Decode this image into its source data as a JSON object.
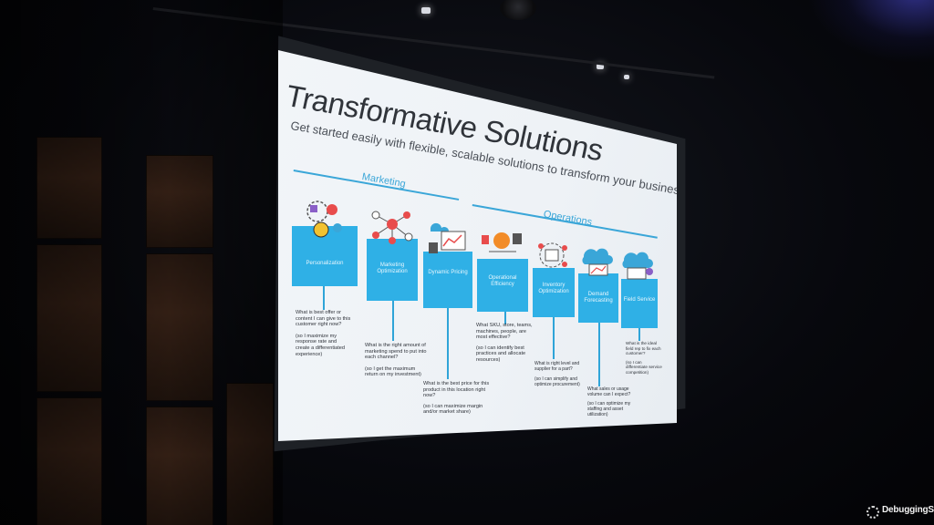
{
  "slide": {
    "title": "Transformative Solutions",
    "subtitle": "Get started easily with flexible, scalable solutions to transform your business function",
    "sections": [
      {
        "label": "Marketing"
      },
      {
        "label": "Operations"
      }
    ],
    "tiles": [
      {
        "label": "Personalization"
      },
      {
        "label": "Marketing Optimization"
      },
      {
        "label": "Dynamic Pricing"
      },
      {
        "label": "Operational Efficiency"
      },
      {
        "label": "Inventory Optimization"
      },
      {
        "label": "Demand Forecasting"
      },
      {
        "label": "Field Service"
      }
    ],
    "questions": [
      {
        "q": "What is best offer or content I can give to this customer right now?",
        "a": "(so I maximize my response rate and create a differentiated experience)"
      },
      {
        "q": "What is the right amount of marketing spend to put into each channel?",
        "a": "(so I get the maximum return on my investment)"
      },
      {
        "q": "What is the best price for this product in this location right now?",
        "a": "(so I can maximize margin and/or market share)"
      },
      {
        "q": "What SKU, store, teams, machines, people, are most effective?",
        "a": "(so I can identify best practices and allocate resources)"
      },
      {
        "q": "What is right level and supplier for a part?",
        "a": "(so I can simplify and optimize procurement)"
      },
      {
        "q": "What sales or usage volume can I expect?",
        "a": "(so I can optimize my staffing and asset utilization)"
      },
      {
        "q": "What is the ideal field rep to fix each customer?",
        "a": "(so I can differentiate service competition)"
      }
    ]
  },
  "watermark": {
    "text": "DebuggingSoft"
  },
  "colors": {
    "accent": "#2fb0e6",
    "line": "#3aa6d8",
    "screen": "#eef2f6",
    "room": "#07080d"
  }
}
